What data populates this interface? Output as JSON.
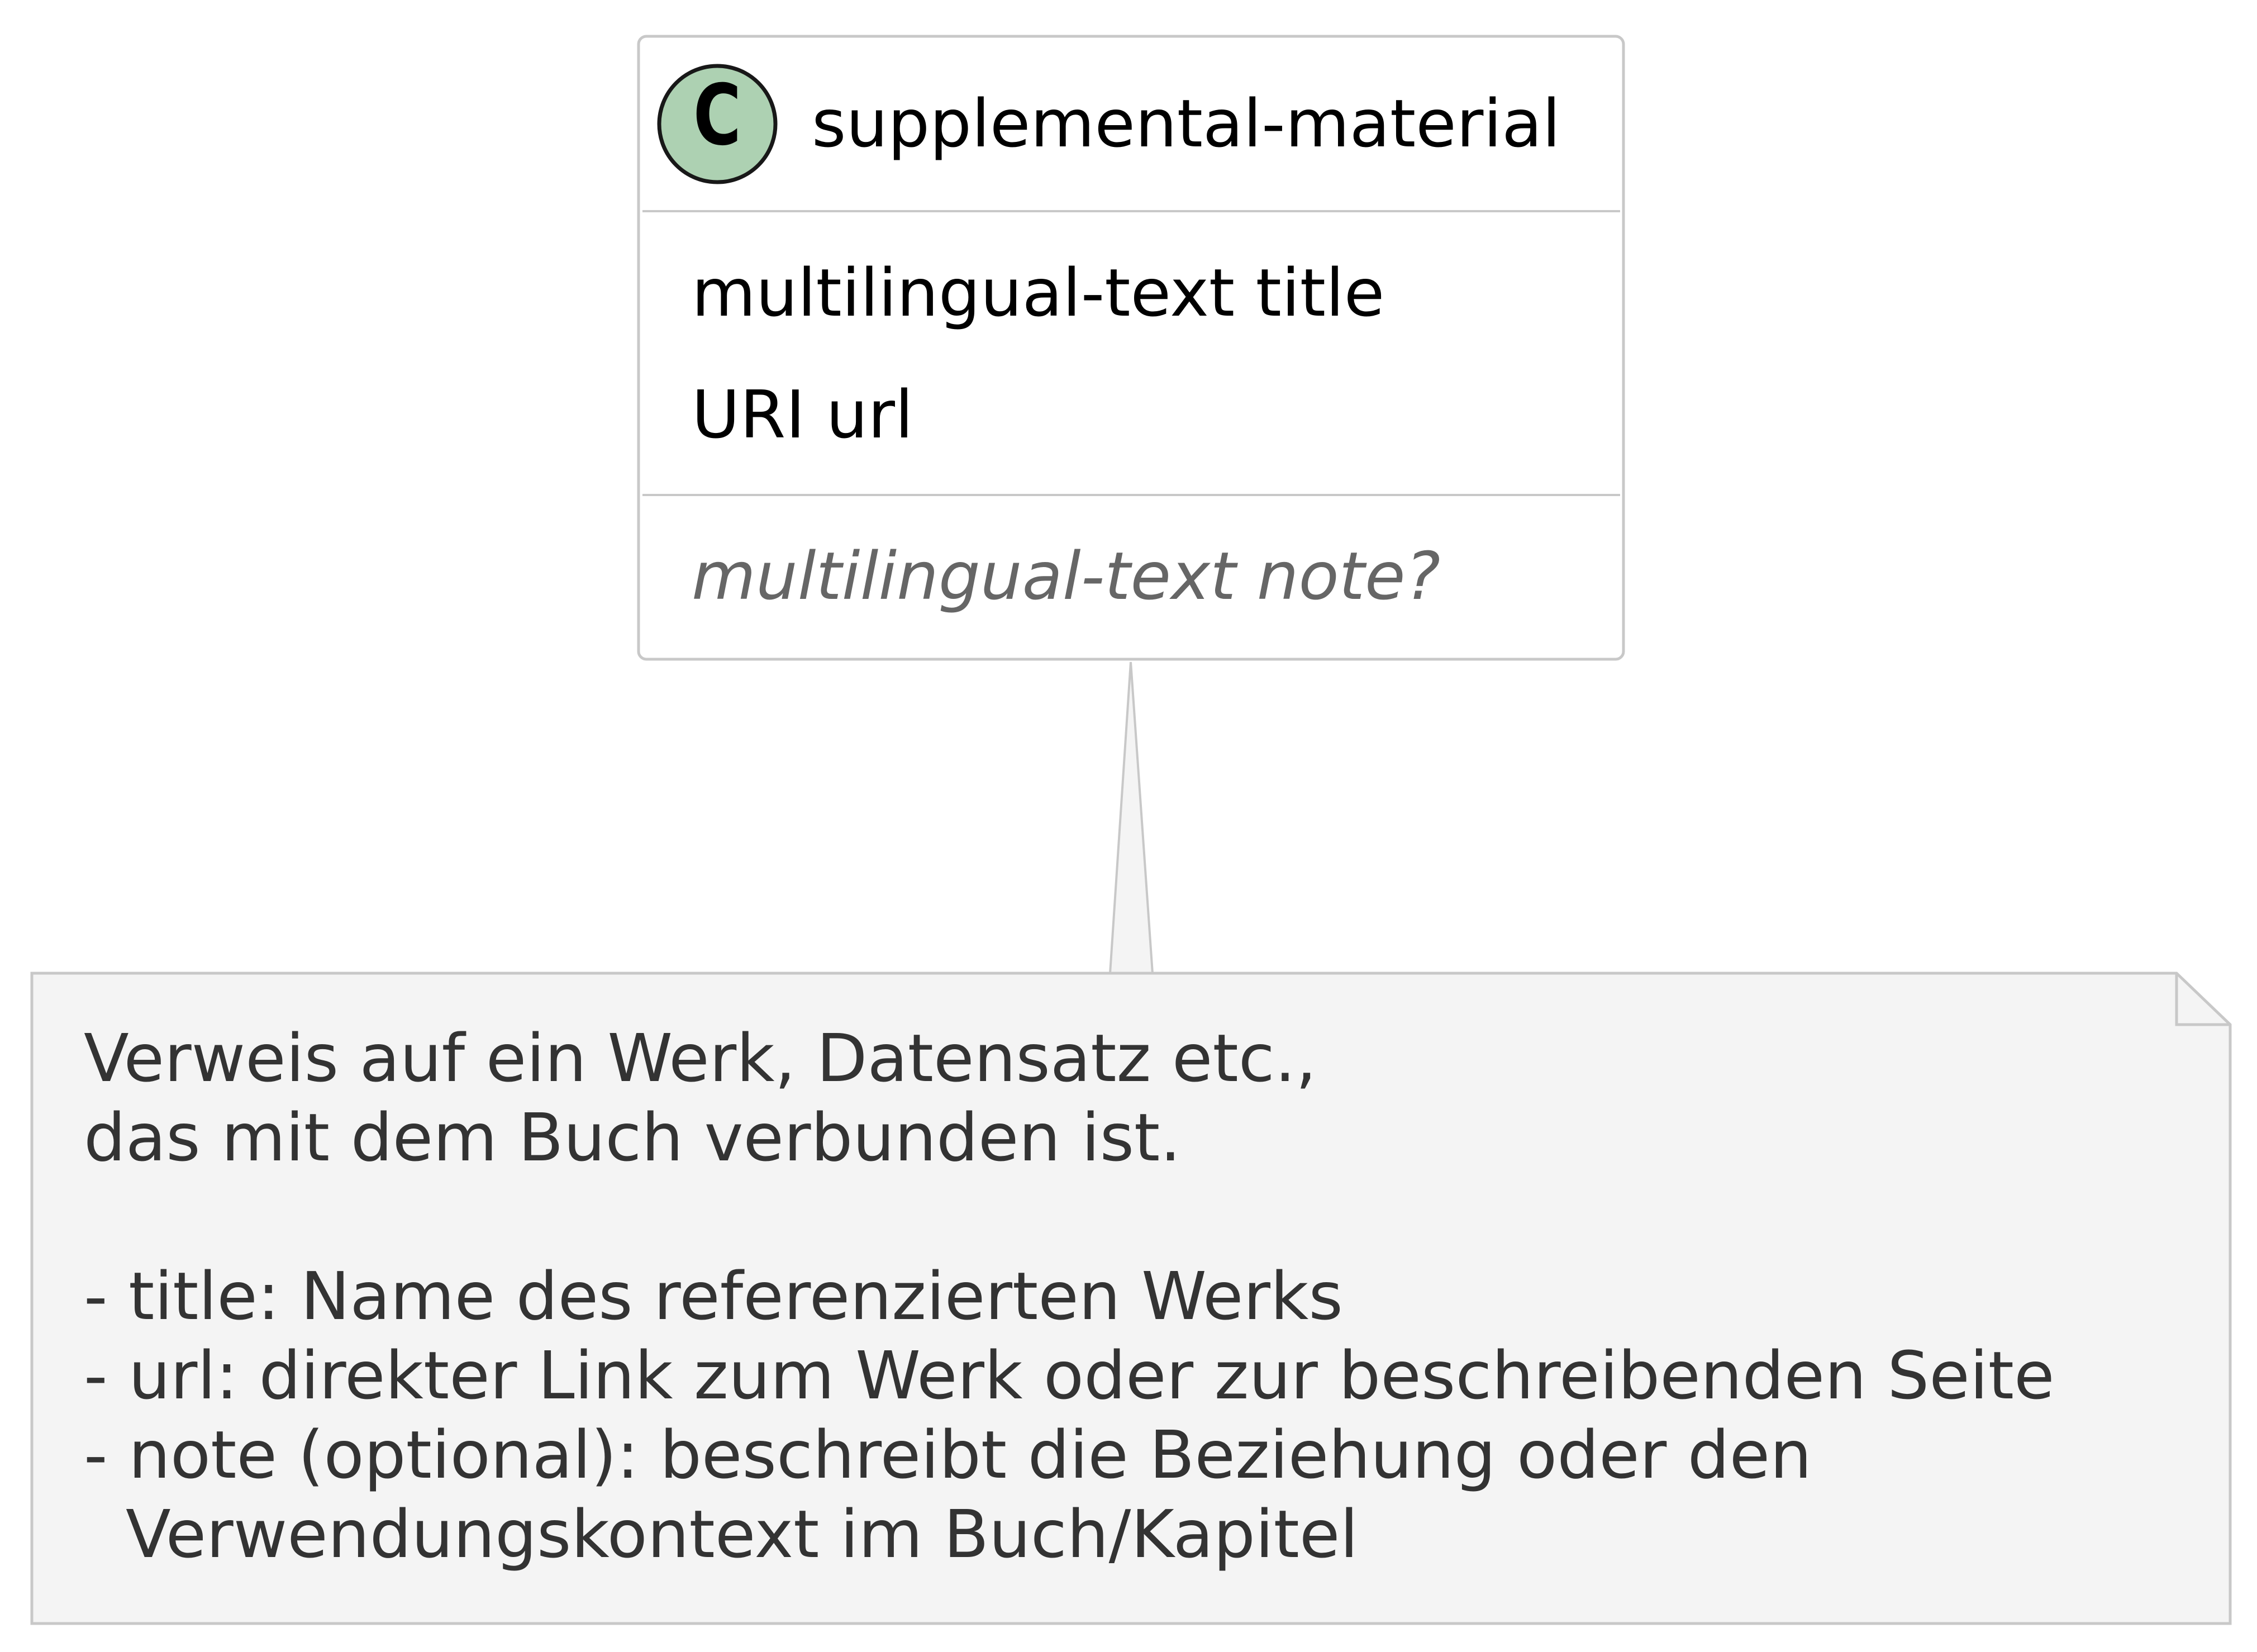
{
  "class_box": {
    "stereotype_letter": "C",
    "name": "supplemental-material",
    "fields": [
      "multilingual-text title",
      "URI url"
    ],
    "optional_fields": [
      "multilingual-text note?"
    ]
  },
  "note": {
    "lines": [
      "Verweis auf ein Werk, Datensatz etc.,",
      "das mit dem Buch verbunden ist.",
      "",
      "- title: Name des referenzierten Werks",
      "- url: direkter Link zum Werk oder zur beschreibenden Seite",
      "- note (optional): beschreibt die Beziehung oder den",
      "  Verwendungskontext im Buch/Kapitel"
    ]
  },
  "colors": {
    "class_border": "#c8c8c8",
    "class_icon_fill": "#add1b2",
    "text": "#000000",
    "optional_text": "#666666",
    "note_fill": "#f4f4f4",
    "note_border": "#c8c8c8",
    "note_text": "#333333"
  }
}
